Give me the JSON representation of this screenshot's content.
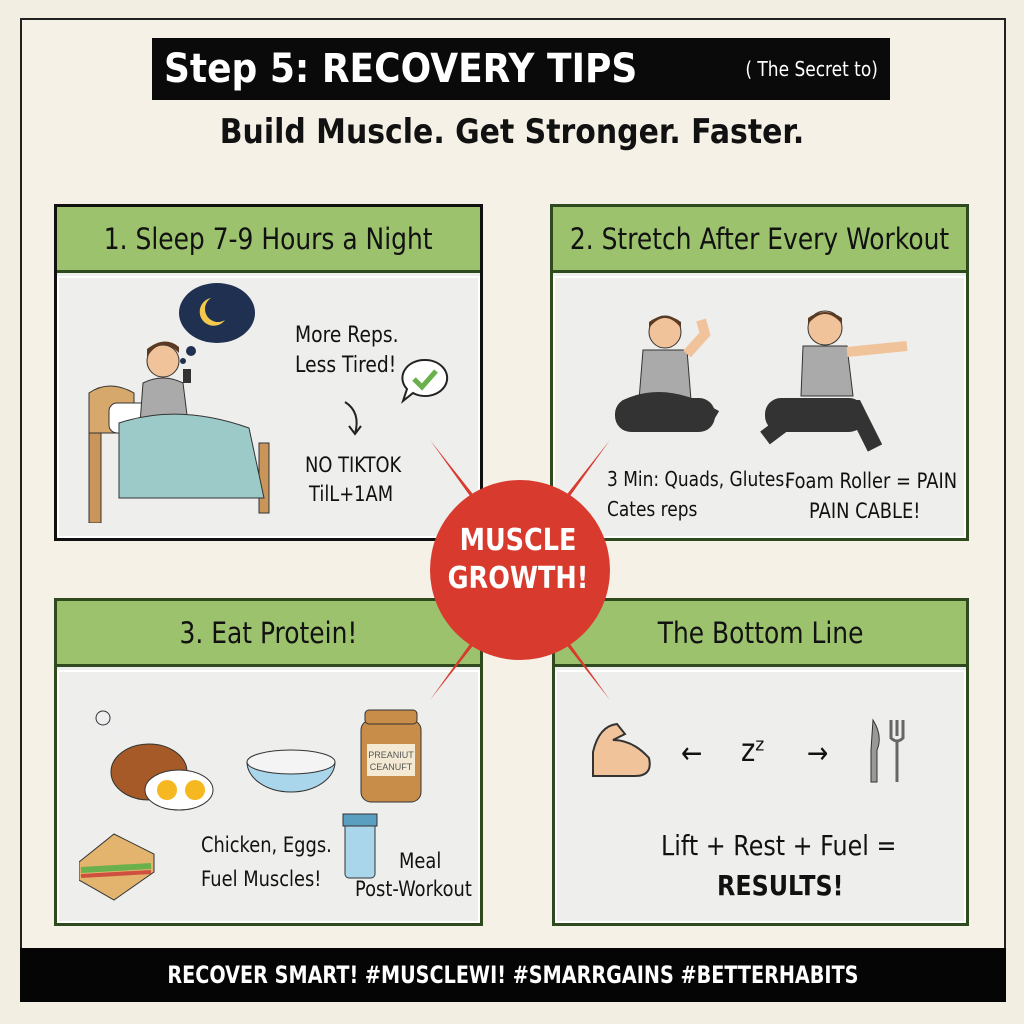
{
  "header": {
    "title": "Step 5: RECOVERY TIPS",
    "aside": "( The Secret to)",
    "subtitle": "Build Muscle. Get Stronger. Faster."
  },
  "panels": [
    {
      "title": "1. Sleep 7-9 Hours a Night",
      "lines": [
        "More Reps.",
        "Less Tired!",
        "NO TIKTOK",
        "TilL+1AM"
      ]
    },
    {
      "title": "2. Stretch After Every Workout",
      "lines": [
        "3 Min: Quads, Glutes.",
        "Cates reps",
        "Foam Roller = PAIN",
        "PAIN CABLE!"
      ]
    },
    {
      "title": "3. Eat Protein!",
      "lines": [
        "Chicken, Eggs.",
        "Fuel Muscles!",
        "Meal",
        "Post-Workout"
      ],
      "jar_label": [
        "PREANIUT",
        "CEANUFT"
      ]
    },
    {
      "title": "The Bottom Line",
      "equation": "Lift + Rest + Fuel =",
      "result": "RESULTS!",
      "symbols": {
        "left_arrow": "←",
        "zz": "zᶻ",
        "right_arrow": "→"
      }
    }
  ],
  "center_badge": [
    "MUSCLE",
    "GROWTH!"
  ],
  "footer": "RECOVER SMART!  #MUSCLEWI! #SMARRGAINS  #BETTERHABITS",
  "colors": {
    "header_green": "#9cc26e",
    "badge_red": "#d83a2e",
    "background": "#f3eee2"
  }
}
